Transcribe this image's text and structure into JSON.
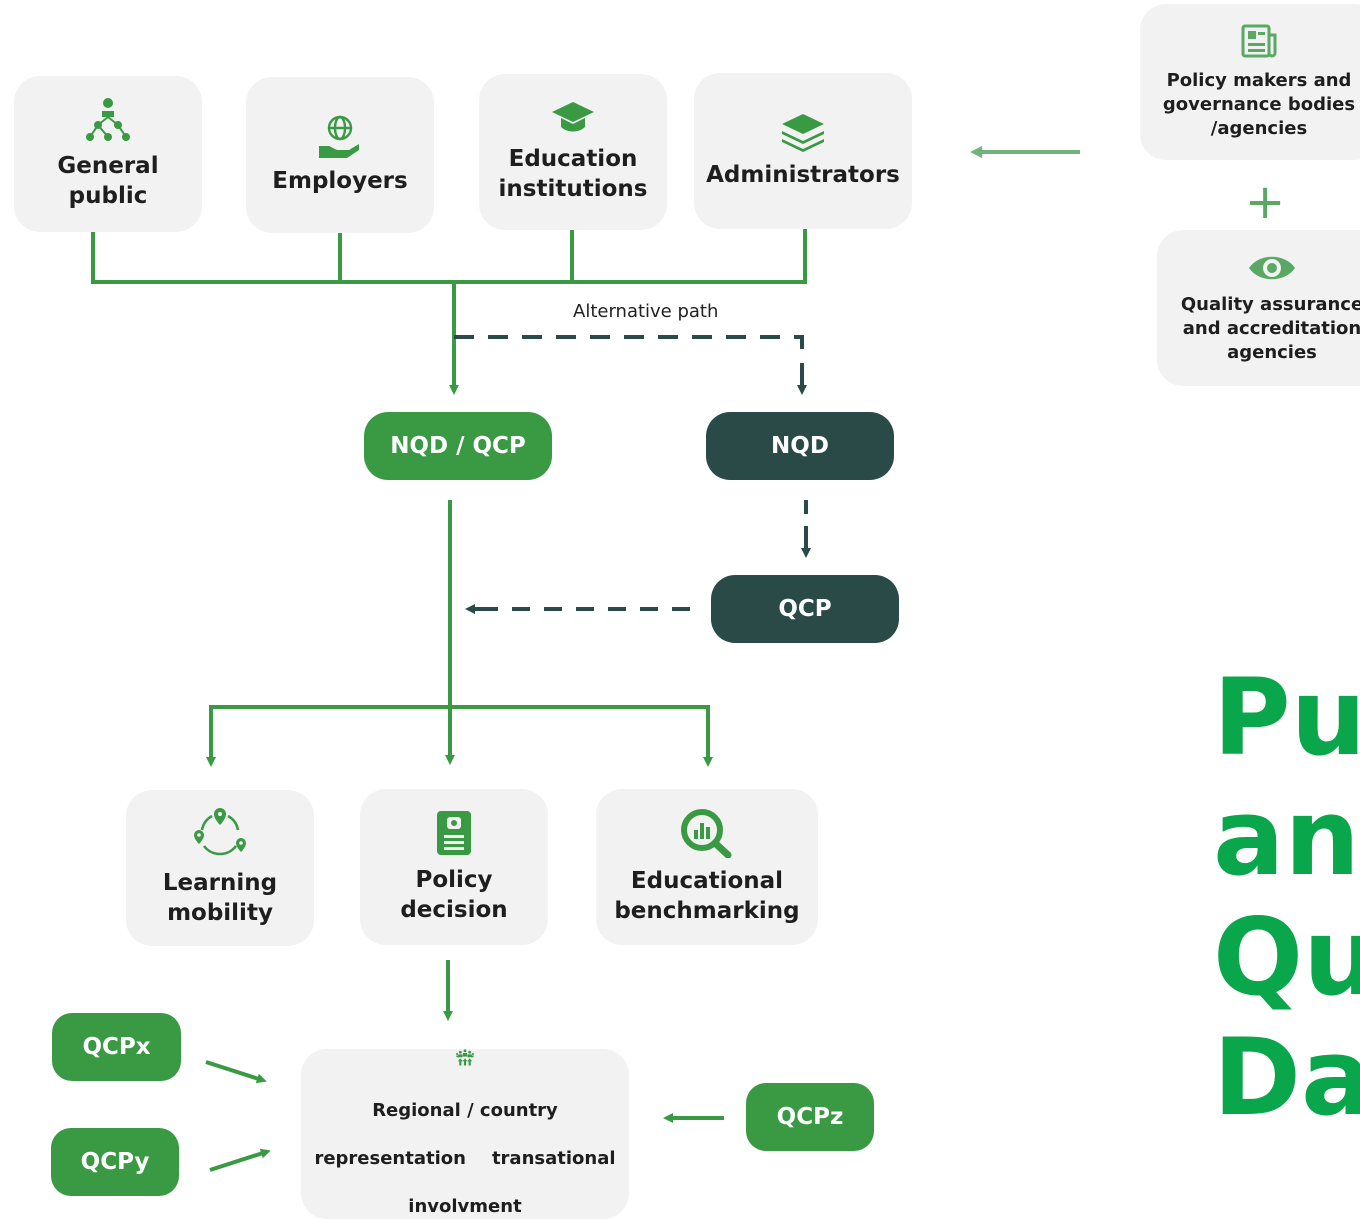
{
  "stakeholders": {
    "general_public": "General\npublic",
    "employers": "Employers",
    "education_institutions": "Education\ninstitutions",
    "administrators": "Administrators"
  },
  "sources": {
    "policy_makers": "Policy makers and\ngovernance bodies\n/agencies",
    "plus": "+",
    "quality_assurance": "Quality assurance\nand accreditation\nagencies"
  },
  "alternative_path": "Alternative path",
  "nodes": {
    "nqd_qcp": "NQD / QCP",
    "nqd": "NQD",
    "qcp": "QCP"
  },
  "outcomes": {
    "learning_mobility": "Learning\nmobility",
    "policy_decision": "Policy\ndecision",
    "educational_benchmarking": "Educational\nbenchmarking"
  },
  "regional": {
    "line1": "Regional / country",
    "line2a": "representation",
    "line2b": "transational",
    "line3": "involvment"
  },
  "inputs": {
    "qcpx": "QCPx",
    "qcpy": "QCPy",
    "qcpz": "QCPz"
  },
  "title_fragment": "Pu\nan\nQu\nDa",
  "colors": {
    "green": "#3a9a44",
    "dark": "#2a4a48",
    "title_green": "#0aa64b",
    "card_bg": "#f2f2f2"
  }
}
